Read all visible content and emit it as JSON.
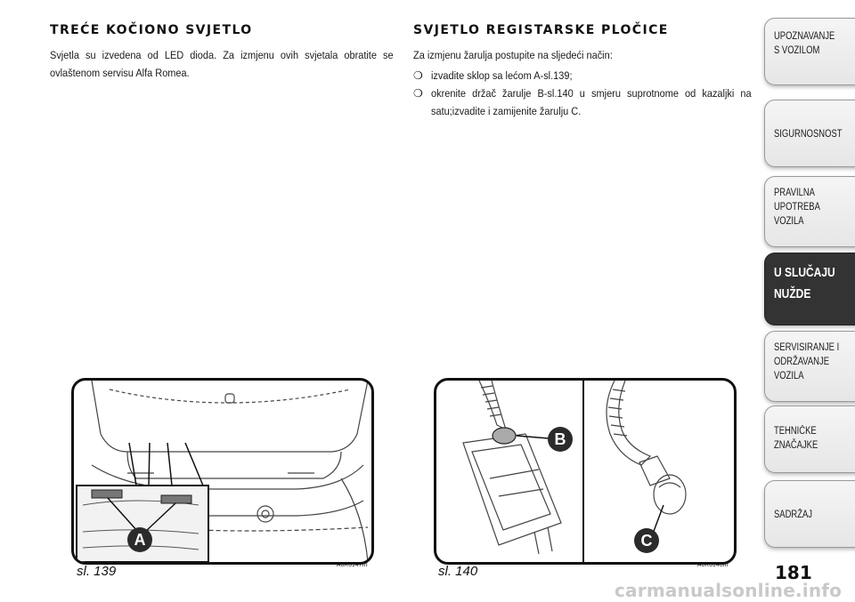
{
  "left_section": {
    "heading": "TREĆE KOČIONO SVJETLO",
    "text": "Svjetla su izvedena od LED dioda. Za izmjenu ovih svjetala obratite se ovlaštenom servisu Alfa Romea."
  },
  "right_section": {
    "heading": "SVJETLO REGISTARSKE PLOČICE",
    "intro": "Za izmjenu žarulja postupite na sljedeći način:",
    "bullet_symbol": "❍",
    "steps": [
      "izvadite sklop sa lećom A-sl.139;",
      "okrenite držač žarulje B-sl.140 u smjeru suprotnome od kazaljki na satu;izvadite i zamijenite žarulju C."
    ]
  },
  "figures": [
    {
      "caption": "sl. 139",
      "code": "A0K0147m",
      "callouts": [
        "A"
      ]
    },
    {
      "caption": "sl. 140",
      "code": "A0K0146m",
      "callouts": [
        "B",
        "C"
      ]
    }
  ],
  "sidebar": {
    "tabs": [
      {
        "label": "UPOZNAVANJE\nS VOZILOM",
        "active": false
      },
      {
        "label": "SIGURNOSNOST",
        "active": false
      },
      {
        "label": "PRAVILNA\nUPOTREBA\nVOZILA",
        "active": false
      },
      {
        "label": "U SLUČAJU\nNUŽDE",
        "active": true
      },
      {
        "label": "SERVISIRANJE I\nODRŽAVANJE\nVOZILA",
        "active": false
      },
      {
        "label": "TEHNIČKE\nZNAČAJKE",
        "active": false
      },
      {
        "label": "SADRŽAJ",
        "active": false
      }
    ]
  },
  "page_number": "181",
  "watermark": "carmanualsonline.info",
  "colors": {
    "active_tab": "#333333",
    "callout_circle": "#2b2b2b",
    "tab_background": "#eeeeee"
  }
}
